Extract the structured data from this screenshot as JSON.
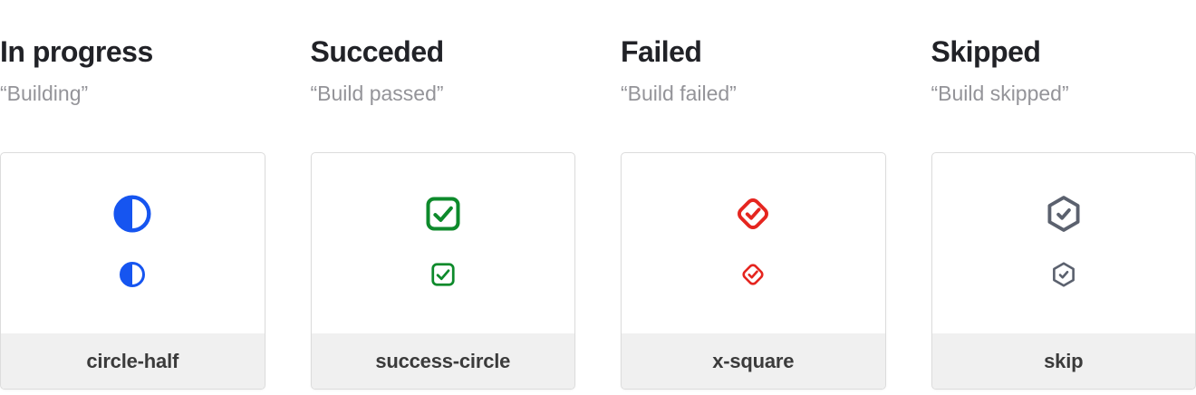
{
  "page": {
    "background": "#ffffff"
  },
  "statuses": [
    {
      "title": "In progress",
      "quote": "“Building”",
      "icon": "circle-half-icon",
      "icon_color": "#1655f0",
      "label": "circle-half"
    },
    {
      "title": "Succeded",
      "quote": "“Build passed”",
      "icon": "check-square-icon",
      "icon_color": "#0d8a2b",
      "label": "success-circle"
    },
    {
      "title": "Failed",
      "quote": "“Build failed”",
      "icon": "check-diamond-icon",
      "icon_color": "#e5251f",
      "label": "x-square"
    },
    {
      "title": "Skipped",
      "quote": "“Build skipped”",
      "icon": "check-hexagon-icon",
      "icon_color": "#5b616e",
      "label": "skip"
    }
  ],
  "colors": {
    "title_text": "#212227",
    "quote_text": "#949499",
    "label_text": "#3b3b3b",
    "card_border": "#dcdcdc",
    "card_footer_bg": "#f0f0f0"
  }
}
